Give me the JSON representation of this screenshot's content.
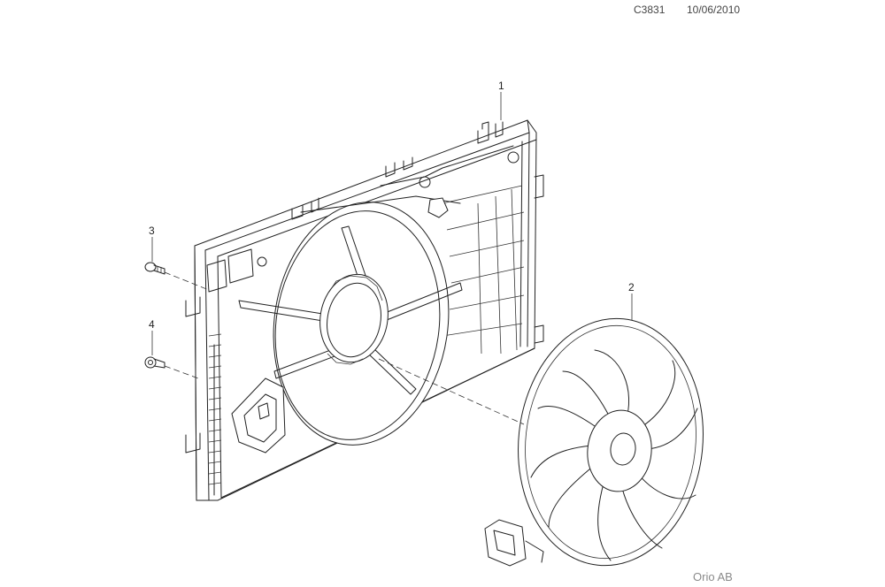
{
  "header": {
    "drawing_code": "C3831",
    "date": "10/06/2010"
  },
  "footer": {
    "copyright": "Orio AB"
  },
  "callouts": [
    {
      "id": "1",
      "label": "1",
      "part": "fan-shroud-frame"
    },
    {
      "id": "2",
      "label": "2",
      "part": "fan-blade"
    },
    {
      "id": "3",
      "label": "3",
      "part": "screw"
    },
    {
      "id": "4",
      "label": "4",
      "part": "nut"
    }
  ],
  "colors": {
    "line": "#222222",
    "background": "#ffffff",
    "text": "#444444"
  }
}
